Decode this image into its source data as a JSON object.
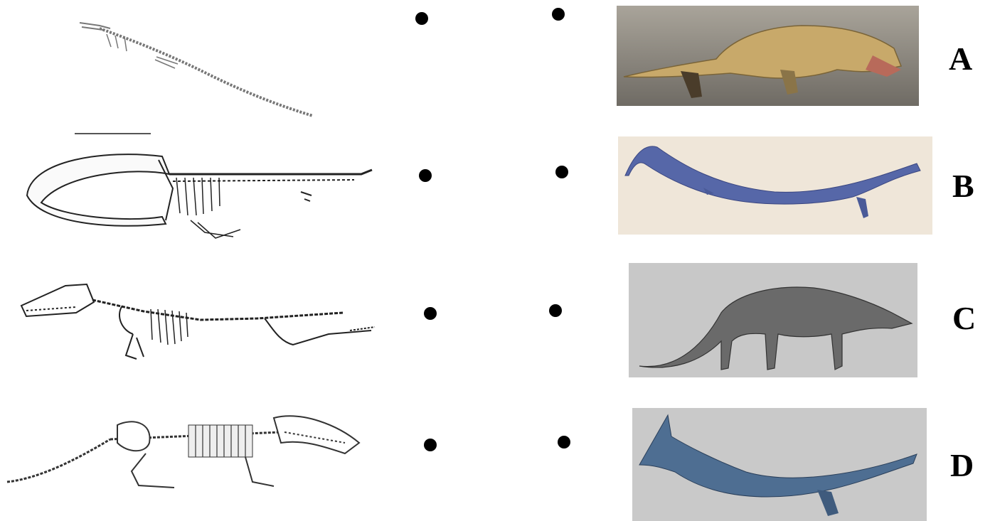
{
  "rows": [
    {
      "letter": "A",
      "skeleton_icon": "long-eel-skeleton-icon",
      "animal_icon": "ambulocetus-icon"
    },
    {
      "letter": "B",
      "skeleton_icon": "baleen-whale-skeleton-icon",
      "animal_icon": "basilosaurus-icon"
    },
    {
      "letter": "C",
      "skeleton_icon": "ambulocetus-skeleton-icon",
      "animal_icon": "pakicetus-icon"
    },
    {
      "letter": "D",
      "skeleton_icon": "pakicetus-skeleton-icon",
      "animal_icon": "blue-whale-icon"
    }
  ],
  "colors": {
    "dot": "#000000",
    "photo_a_bg": "#8f8a80",
    "photo_b_bg": "#efe6d9",
    "photo_c_bg": "#c8c8c8",
    "photo_d_bg": "#c9c9c9"
  }
}
